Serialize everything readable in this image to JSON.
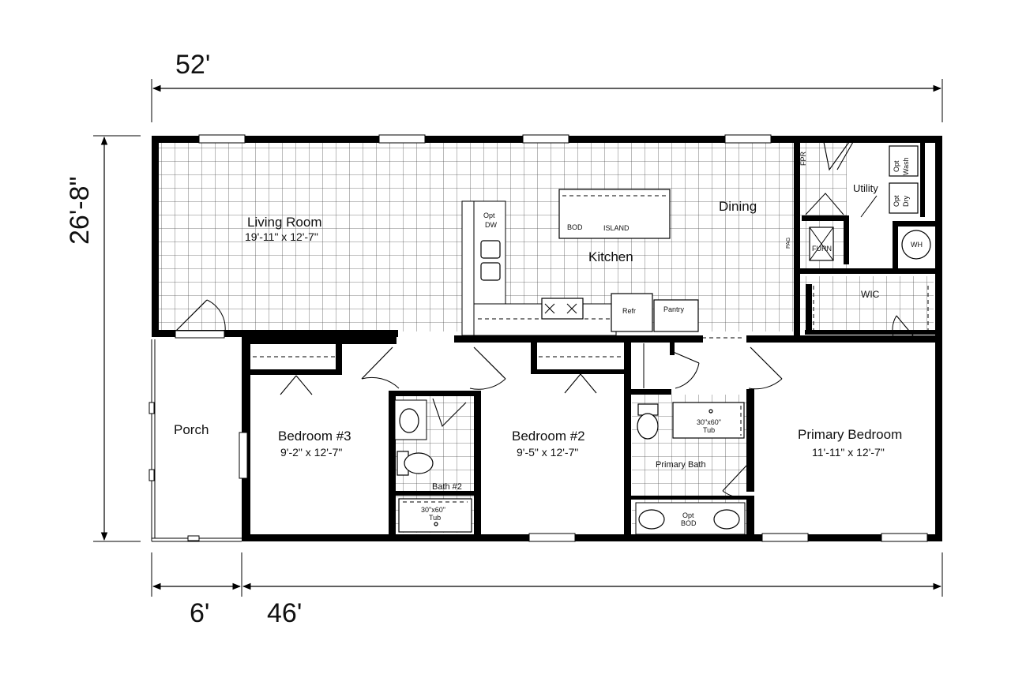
{
  "dimensions": {
    "overall_width": "52'",
    "overall_depth": "26'-8\"",
    "porch_width": "6'",
    "main_width": "46'"
  },
  "rooms": {
    "living_room": {
      "name": "Living Room",
      "size": "19'-11\" x 12'-7\""
    },
    "kitchen": {
      "name": "Kitchen"
    },
    "dining": {
      "name": "Dining"
    },
    "utility": {
      "name": "Utility"
    },
    "wic": {
      "name": "WIC"
    },
    "porch": {
      "name": "Porch"
    },
    "bedroom_3": {
      "name": "Bedroom #3",
      "size": "9'-2\" x 12'-7\""
    },
    "bedroom_2": {
      "name": "Bedroom #2",
      "size": "9'-5\" x 12'-7\""
    },
    "primary_bedroom": {
      "name": "Primary Bedroom",
      "size": "11'-11\" x 12'-7\""
    },
    "bath_2": {
      "name": "Bath #2"
    },
    "primary_bath": {
      "name": "Primary Bath"
    }
  },
  "fixtures": {
    "opt_dw": [
      "Opt",
      "DW"
    ],
    "bod": "BOD",
    "island": "ISLAND",
    "refr": "Refr",
    "pantry": "Pantry",
    "furn": "FURN",
    "wh": "WH",
    "opt_wash": [
      "Opt",
      "Wash"
    ],
    "opt_dry": [
      "Opt",
      "Dry"
    ],
    "fpr": "FPR",
    "pag": "PAG",
    "tub_bath2": [
      "30\"x60\"",
      "Tub"
    ],
    "tub_primary": [
      "30\"x60\"",
      "Tub"
    ],
    "opt_bod": [
      "Opt",
      "BOD"
    ]
  }
}
